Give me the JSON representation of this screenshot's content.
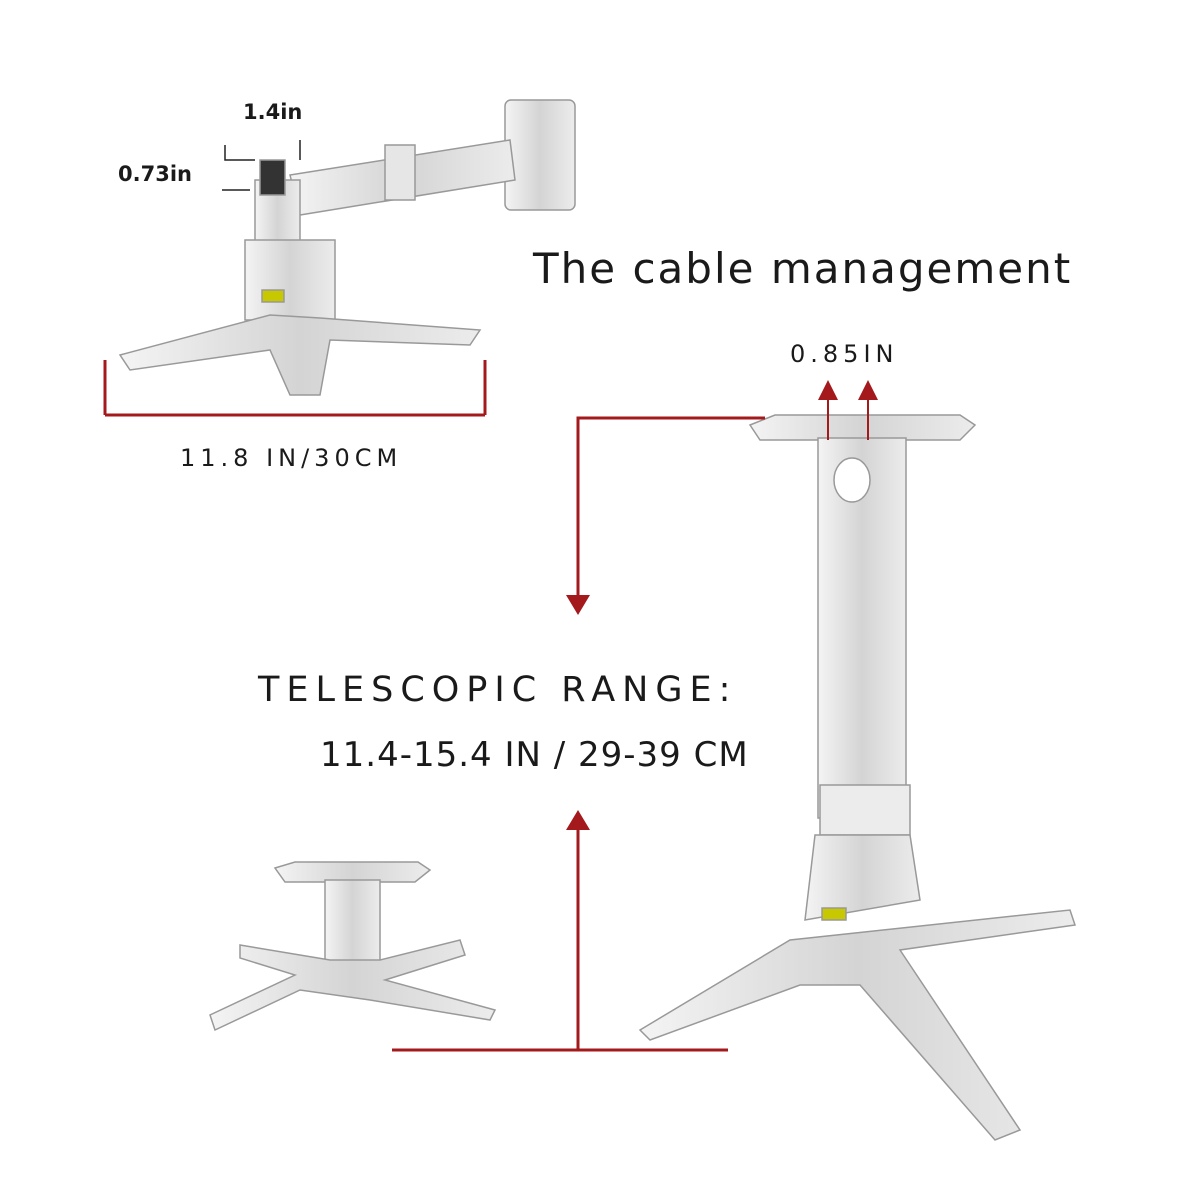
{
  "labels": {
    "gap_width": "1.4in",
    "gap_height": "0.73in",
    "heading": "The cable management",
    "plate_gap": "0.85IN",
    "base_width": "11.8 IN/30CM",
    "telescopic_title": "TELESCOPIC RANGE:",
    "telescopic_range": "11.4-15.4 IN / 29-39 CM"
  },
  "colors": {
    "accent": "#a3191c",
    "metal": "#d8d8d8"
  }
}
